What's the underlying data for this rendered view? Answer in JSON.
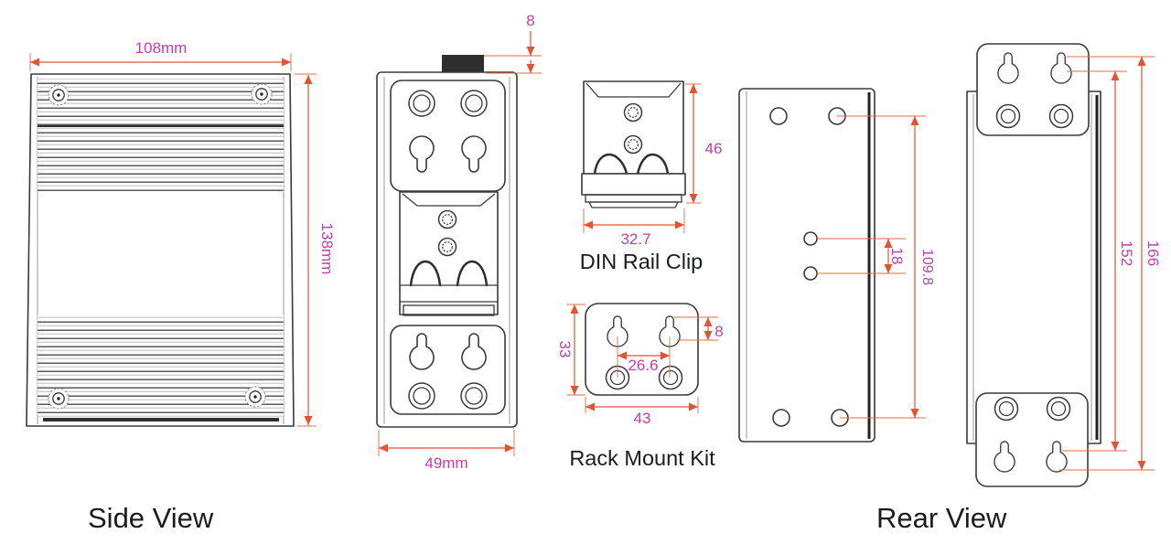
{
  "colors": {
    "dimension_line": "#e8512e",
    "dimension_text": "#c83cab",
    "drawing_line": "#3a3a3a",
    "caption_text": "#1b1b26",
    "background": "#ffffff"
  },
  "side_view": {
    "caption": "Side View",
    "width": "108mm",
    "height": "138mm"
  },
  "front_view": {
    "tab_height": "8",
    "width": "49mm"
  },
  "din_rail_clip": {
    "caption": "DIN Rail Clip",
    "height": "46",
    "width": "32.7"
  },
  "rack_mount_kit": {
    "caption": "Rack Mount Kit",
    "height": "33",
    "slot_offset": "8",
    "hole_spacing": "26.6",
    "width": "43"
  },
  "rear_view": {
    "caption": "Rear View",
    "hole_gap": "18",
    "hole_span": "109.8",
    "keyhole_span": "152",
    "overall_height": "166"
  }
}
